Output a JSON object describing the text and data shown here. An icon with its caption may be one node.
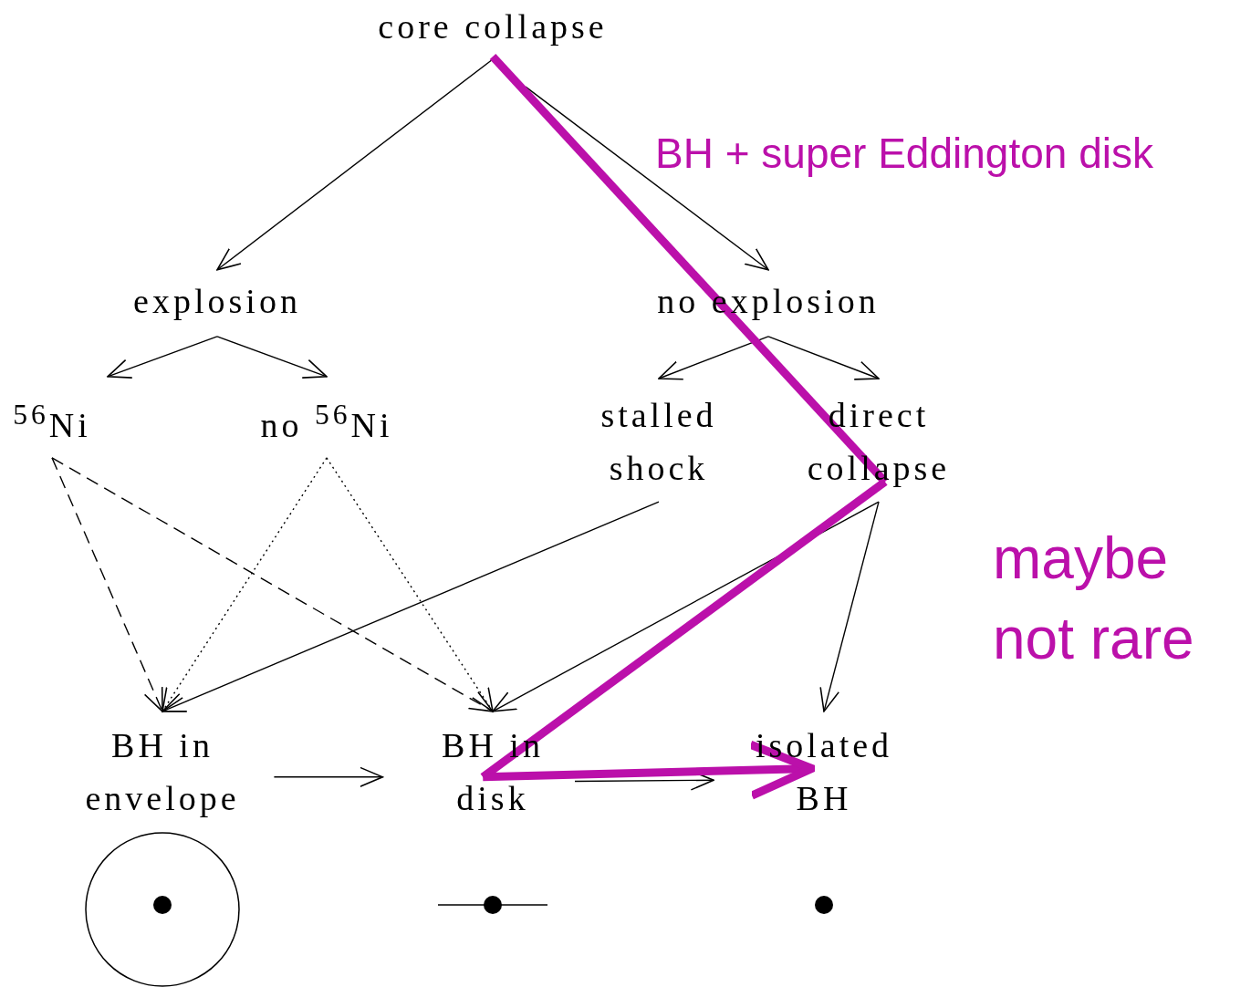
{
  "diagram": {
    "nodes": [
      {
        "text": [
          "core collapse"
        ]
      },
      {
        "text": [
          "explosion"
        ]
      },
      {
        "text": [
          "no explosion"
        ]
      },
      {
        "text": [
          "$^{56}$Ni"
        ]
      },
      {
        "text": [
          "no $^{56}$Ni"
        ]
      },
      {
        "text": [
          "stalled shock"
        ]
      },
      {
        "text": [
          "direct collapse"
        ]
      },
      {
        "text": [
          "BH in envelope"
        ]
      },
      {
        "text": [
          "BH in disk"
        ]
      },
      {
        "text": [
          "isolated BH"
        ]
      }
    ],
    "edges": [
      {
        "from": 0,
        "to": 1,
        "arrow": "to"
      },
      {
        "from": 0,
        "to": 2,
        "arrow": "to"
      },
      {
        "from": 1,
        "to": 3,
        "arrow": "to"
      },
      {
        "from": 1,
        "to": 4,
        "arrow": "to"
      },
      {
        "from": 2,
        "to": 5,
        "arrow": "to"
      },
      {
        "from": 2,
        "to": 6,
        "arrow": "to"
      },
      {
        "from": 3,
        "to": 7,
        "arrow": "to",
        "style": "dashed"
      },
      {
        "from": 3,
        "to": 8,
        "arrow": "to",
        "style": "dashed"
      },
      {
        "from": 4,
        "to": 7,
        "arrow": "to",
        "style": "dashed"
      },
      {
        "from": 4,
        "to": 8,
        "arrow": "to",
        "style": "dashed"
      },
      {
        "from": 5,
        "to": 7,
        "arrow": "to"
      },
      {
        "from": 6,
        "to": 8,
        "arrow": "to"
      },
      {
        "from": 6,
        "to": 9,
        "arrow": "to"
      },
      {
        "from": 7,
        "to": 8,
        "arrow": "to"
      },
      {
        "from": 8,
        "to": 9,
        "arrow": "to"
      },
      {
        "from": 0,
        "to": 6,
        "arrow": "none",
        "style": "thick",
        "color": "#bb10aa"
      },
      {
        "from": 6,
        "to": 8,
        "arrow": "none",
        "style": "thick",
        "color": "#bb10aa"
      },
      {
        "from": 8,
        "to": 9,
        "arrow": "to",
        "style": "thick",
        "color": "#bb10aa"
      }
    ],
    "labels": [
      "BH + super Eddington disk",
      "maybe not rare"
    ]
  }
}
